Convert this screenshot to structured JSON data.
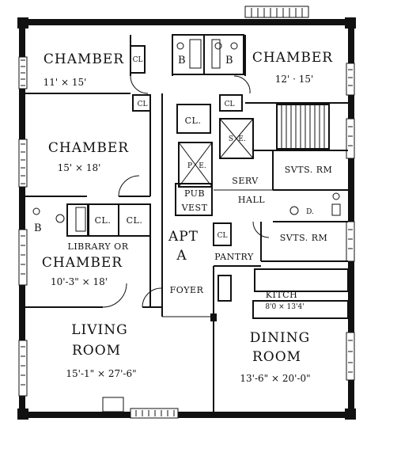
{
  "plan": {
    "apartment_label": "APT",
    "apartment_letter": "A",
    "rooms": [
      {
        "id": "chamber-nw",
        "name": "CHAMBER",
        "dims": "11' × 15'"
      },
      {
        "id": "chamber-ne",
        "name": "CHAMBER",
        "dims": "12' · 15'"
      },
      {
        "id": "chamber-w",
        "name": "CHAMBER",
        "dims": "15' × 18'"
      },
      {
        "id": "library",
        "name": "LIBRARY OR",
        "name2": "CHAMBER",
        "dims": "10'-3\" × 18'"
      },
      {
        "id": "living",
        "name": "LIVING",
        "name2": "ROOM",
        "dims": "15'-1\" × 27'-6\""
      },
      {
        "id": "dining",
        "name": "DINING",
        "name2": "ROOM",
        "dims": "13'-6\" × 20'-0\""
      },
      {
        "id": "kitchen",
        "name": "KITCH",
        "dims": "8'0 × 13'4'"
      }
    ],
    "small_labels": {
      "cl": "CL",
      "cl_dot": "CL.",
      "bath": "B",
      "svts_rm": "SVTS. RM",
      "serv": "SERV",
      "hall": "HALL",
      "pub": "PUB",
      "vest": "VEST",
      "foyer": "FOYER",
      "pantry": "PANTRY",
      "elev_p": "P",
      "elev_e": "E.",
      "elev_s": "S",
      "elev_e2": "E.",
      "dumbwaiter": "D."
    }
  }
}
